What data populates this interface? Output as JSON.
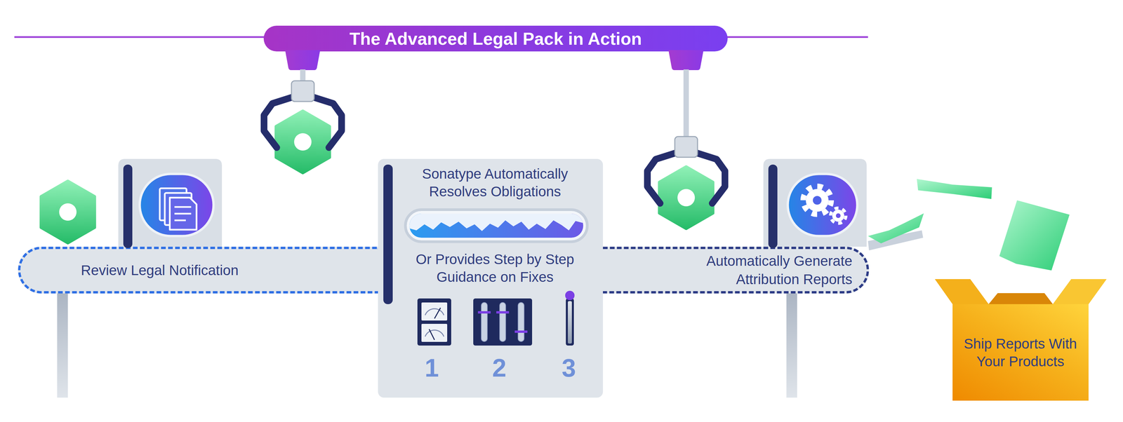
{
  "diagram": {
    "title": "The Advanced Legal Pack in Action",
    "nodes": [
      {
        "text": [
          "Review Legal Notification"
        ]
      },
      {
        "text": [
          "Sonatype Automatically Resolves Obligations",
          "Or Provides Step by Step Guidance on Fixes"
        ]
      },
      {
        "text": [
          "Automatically Generate Attribution Reports"
        ]
      },
      {
        "text": [
          "Ship Reports With Your Products"
        ]
      }
    ],
    "labels": [
      "1",
      "2",
      "3"
    ]
  }
}
